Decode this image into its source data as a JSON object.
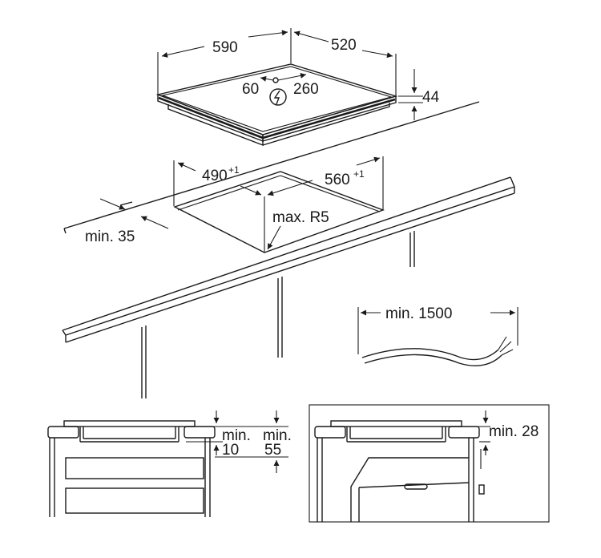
{
  "hob": {
    "width": "590",
    "depth": "520",
    "height": "44",
    "cable_offset_left": "60",
    "cable_offset_right": "260",
    "power_symbol": "power-symbol-icon"
  },
  "cutout": {
    "width": "490",
    "width_tolerance": "+1",
    "depth": "560",
    "depth_tolerance": "+1",
    "corner_radius": "max. R5",
    "front_edge": "min. 35"
  },
  "cable": {
    "length": "min. 1500"
  },
  "section_left": {
    "gap_label_1": "min.",
    "gap_value_1": "10",
    "gap_label_2": "min.",
    "gap_value_2": "55"
  },
  "section_right": {
    "gap": "min. 28"
  }
}
